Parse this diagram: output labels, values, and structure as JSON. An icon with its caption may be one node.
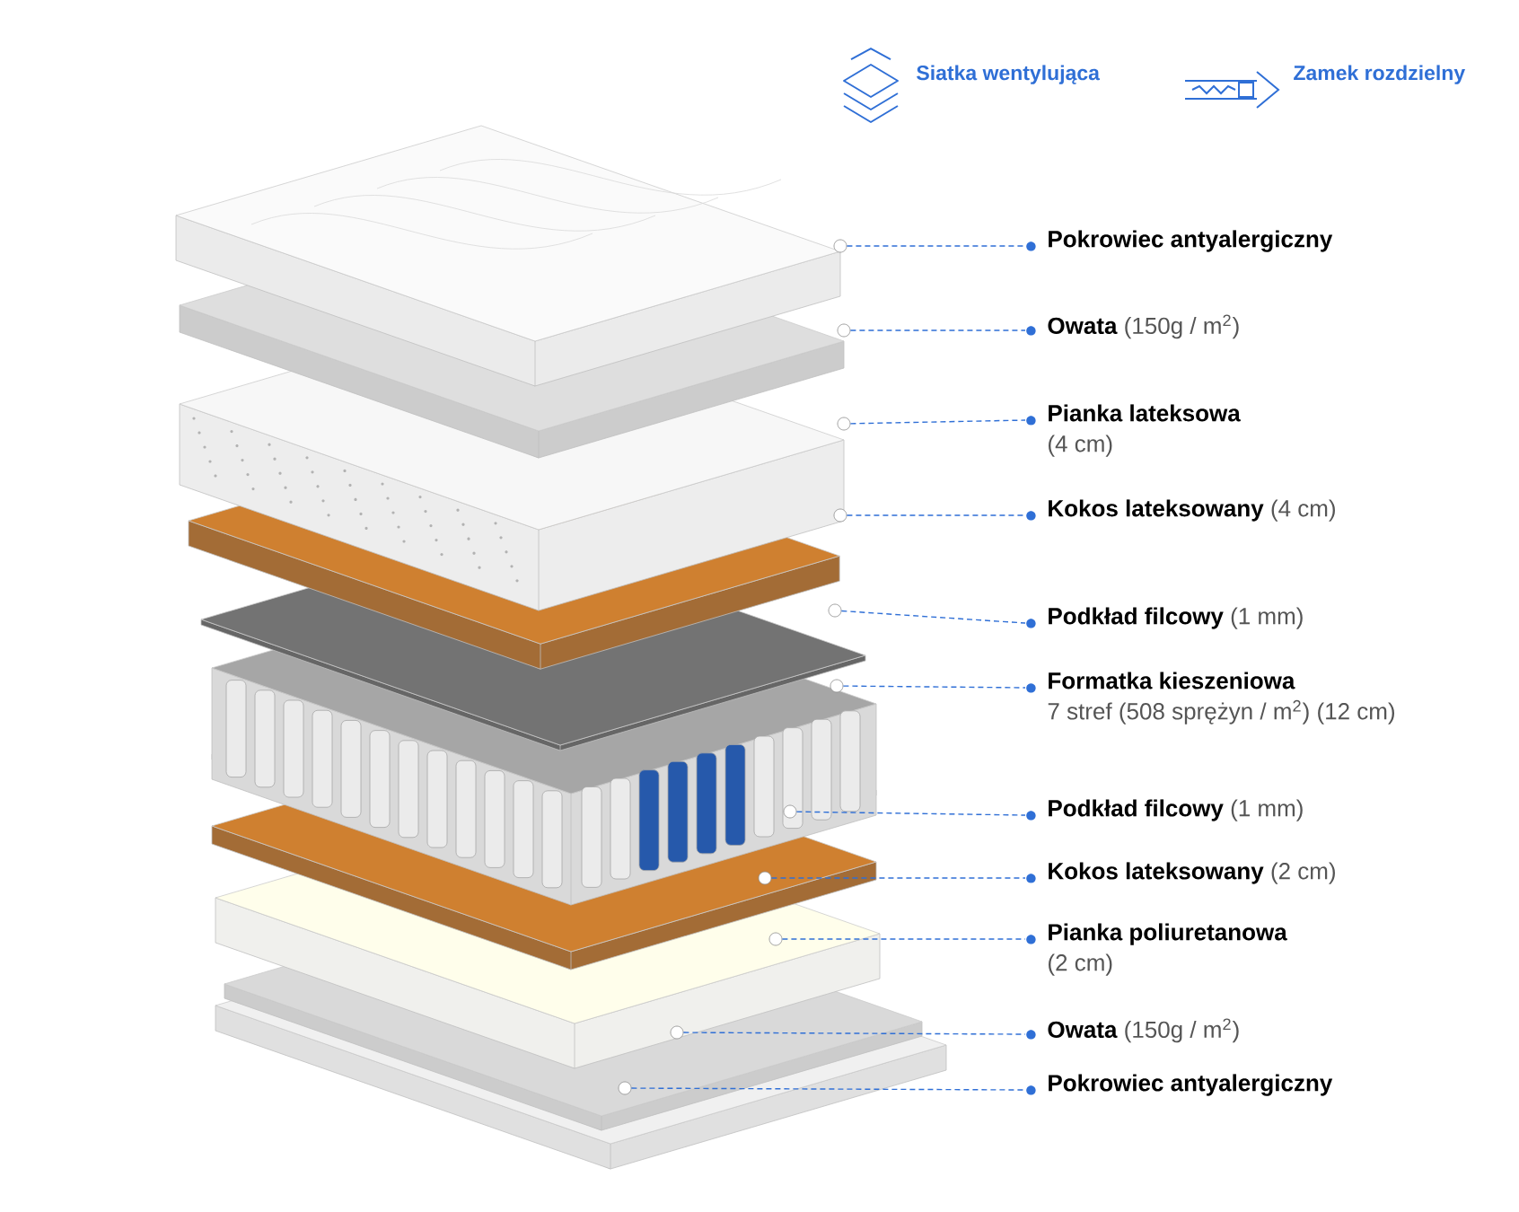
{
  "diagram": {
    "nodes": [
      {
        "text": [
          "Pokrowiec antyalergiczny"
        ]
      },
      {
        "text": [],
        "shape": "circle"
      },
      {
        "text": [
          "Owata",
          "(150g / m$^{2}$)"
        ]
      },
      {
        "text": [],
        "shape": "circle"
      },
      {
        "text": [
          "Pianka lateksowa",
          "(4 cm)"
        ]
      },
      {
        "text": [],
        "shape": "circle"
      },
      {
        "text": [
          "Kokos lateksowany",
          "(4 cm)"
        ]
      },
      {
        "text": [],
        "shape": "circle"
      },
      {
        "text": [
          "Podkład filcowy",
          "(1 mm)"
        ]
      },
      {
        "text": [],
        "shape": "circle"
      },
      {
        "text": [
          "Formatka kieszeniowa",
          "7 stref (508 sprężyn / m$^{2}$) (12 cm)"
        ]
      },
      {
        "text": [],
        "shape": "circle"
      },
      {
        "text": [
          "Podkład filcowy",
          "(1 mm)"
        ]
      },
      {
        "text": [],
        "shape": "circle"
      },
      {
        "text": [
          "Kokos lateksowany",
          "(2 cm)"
        ]
      },
      {
        "text": [],
        "shape": "circle"
      },
      {
        "text": [
          "Pianka poliuretanowa",
          "(2 cm)"
        ]
      },
      {
        "text": [],
        "shape": "circle"
      },
      {
        "text": [
          "Owata",
          "(150g / m$^{2}$)"
        ]
      },
      {
        "text": [],
        "shape": "circle"
      },
      {
        "text": [
          "Pokrowiec antyalergiczny"
        ]
      },
      {
        "text": [],
        "shape": "circle"
      }
    ],
    "edges": [
      {
        "from": 1,
        "to": 0,
        "arrow": "none"
      },
      {
        "from": 3,
        "to": 2,
        "arrow": "none"
      },
      {
        "from": 5,
        "to": 4,
        "arrow": "none"
      },
      {
        "from": 7,
        "to": 6,
        "arrow": "none"
      },
      {
        "from": 9,
        "to": 8,
        "arrow": "none"
      },
      {
        "from": 11,
        "to": 10,
        "arrow": "none"
      },
      {
        "from": 13,
        "to": 12,
        "arrow": "none"
      },
      {
        "from": 15,
        "to": 14,
        "arrow": "none"
      },
      {
        "from": 17,
        "to": 16,
        "arrow": "none"
      },
      {
        "from": 19,
        "to": 18,
        "arrow": "none"
      },
      {
        "from": 21,
        "to": 20,
        "arrow": "none"
      }
    ],
    "labels": [
      "Siatka wentylująca",
      "Zamek rozdzielny"
    ]
  }
}
